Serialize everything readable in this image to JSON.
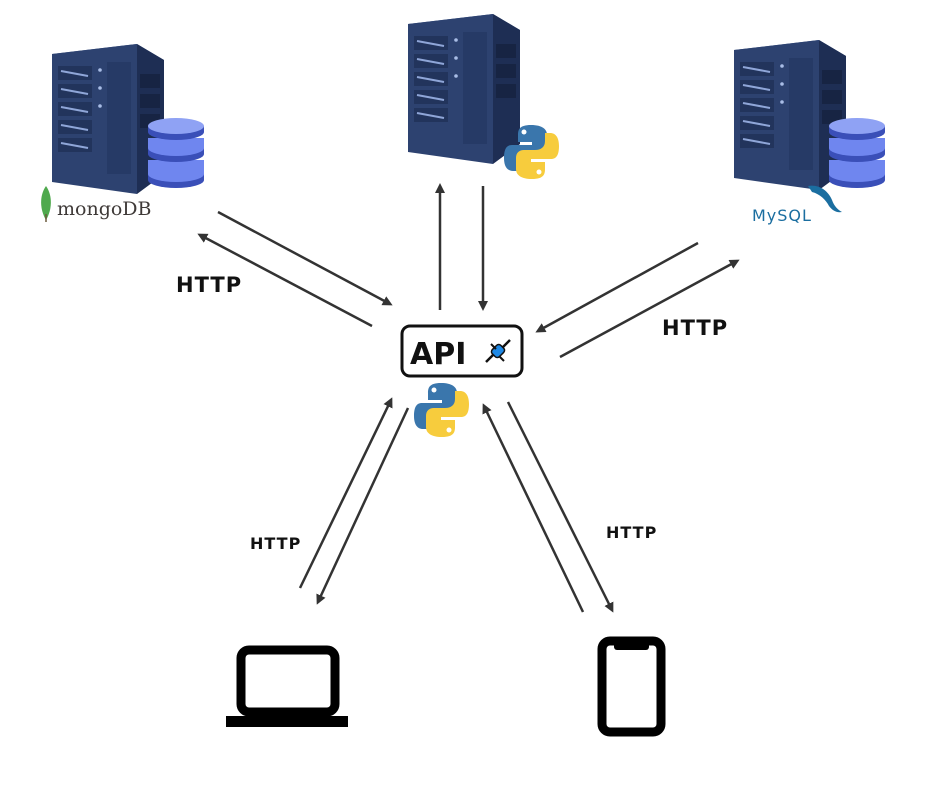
{
  "nodes": {
    "mongodb": {
      "brand": "mongoDB"
    },
    "python_server": {
      "brand": ""
    },
    "mysql": {
      "brand": "MySQL"
    },
    "api": {
      "label": "API"
    },
    "laptop": {},
    "phone": {}
  },
  "connections": {
    "mongodb_api": {
      "label": "HTTP"
    },
    "python_api": {
      "label": ""
    },
    "mysql_api": {
      "label": "HTTP"
    },
    "laptop_api": {
      "label": "HTTP"
    },
    "phone_api": {
      "label": "HTTP"
    }
  },
  "colors": {
    "server_front": "#2d4270",
    "server_side": "#1e2e54",
    "server_top": "#3e5a92",
    "db_blue": "#6f86ef",
    "db_dark": "#3a4fb8",
    "python_blue": "#3a76ac",
    "python_yellow": "#f7cc3d",
    "mongo_leaf": "#4fa94d",
    "arrow": "#333333"
  }
}
